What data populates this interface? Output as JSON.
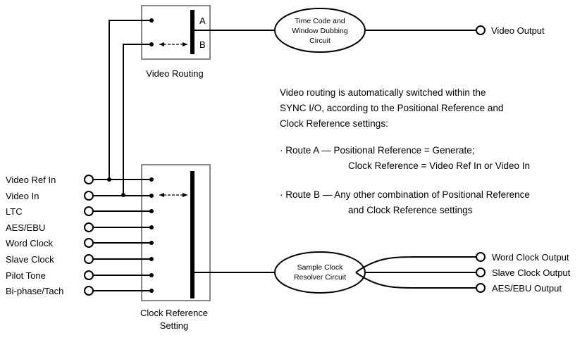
{
  "inputs": [
    "Video Ref In",
    "Video In",
    "LTC",
    "AES/EBU",
    "Word Clock",
    "Slave Clock",
    "Pilot Tone",
    "Bi-phase/Tach"
  ],
  "video_routing": {
    "label": "Video Routing",
    "switch_a": "A",
    "switch_b": "B"
  },
  "clock_reference": {
    "label_line1": "Clock Reference",
    "label_line2": "Setting"
  },
  "time_code_circuit": {
    "line1": "Time Code and",
    "line2": "Window Dubbing",
    "line3": "Circuit"
  },
  "sample_clock_circuit": {
    "line1": "Sample Clock",
    "line2": "Resolver Circuit"
  },
  "video_output": "Video Output",
  "clock_outputs": [
    "Word Clock Output",
    "Slave Clock Output",
    "AES/EBU Output"
  ],
  "note": {
    "line1": "Video routing is automatically switched within the",
    "line2": "SYNC I/O, according to the Positional Reference and",
    "line3": "Clock Reference settings:",
    "route_a_line1": "· Route A — Positional Reference = Generate;",
    "route_a_line2": "Clock Reference = Video Ref In or Video In",
    "route_b_line1": "· Route B — Any other combination of Positional Reference",
    "route_b_line2": "and Clock Reference settings"
  }
}
